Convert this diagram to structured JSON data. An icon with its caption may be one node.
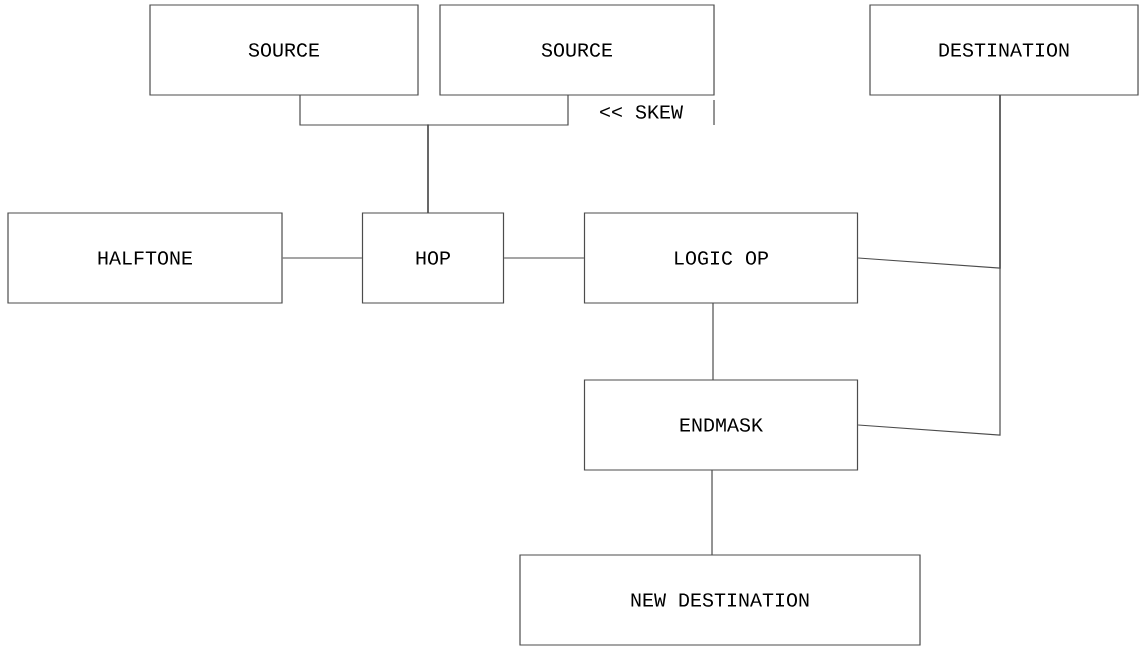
{
  "diagram": {
    "nodes": [
      {
        "text": [
          "SOURCE"
        ]
      },
      {
        "text": [
          "SOURCE"
        ]
      },
      {
        "text": [
          "DESTINATION"
        ]
      },
      {
        "text": [
          "HALFTONE"
        ]
      },
      {
        "text": [
          "HOP"
        ]
      },
      {
        "text": [
          "LOGIC OP"
        ]
      },
      {
        "text": [
          "ENDMASK"
        ]
      },
      {
        "text": [
          "NEW DESTINATION"
        ]
      }
    ],
    "edges": [
      {
        "from": 0,
        "to": 4,
        "arrow": "none"
      },
      {
        "from": 1,
        "to": 4,
        "arrow": "none"
      },
      {
        "from": 3,
        "to": 4,
        "arrow": "none"
      },
      {
        "from": 4,
        "to": 5,
        "arrow": "none"
      },
      {
        "from": 2,
        "to": 5,
        "arrow": "none"
      },
      {
        "from": 5,
        "to": 6,
        "arrow": "none"
      },
      {
        "from": 2,
        "to": 6,
        "arrow": "none"
      },
      {
        "from": 6,
        "to": 7,
        "arrow": "none"
      }
    ],
    "labels": [
      "<< SKEW"
    ]
  }
}
